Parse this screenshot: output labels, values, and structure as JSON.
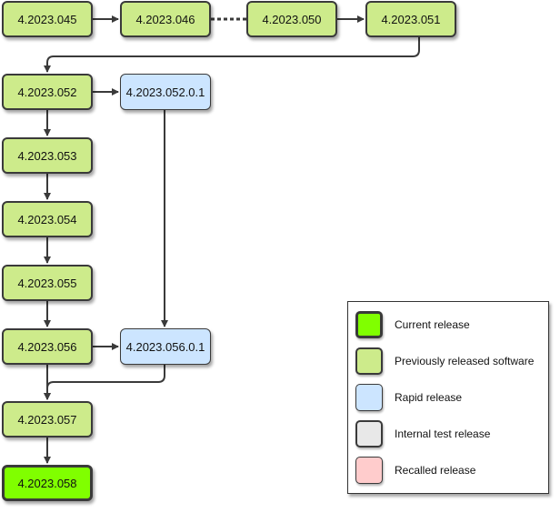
{
  "versions": {
    "v045": "4.2023.045",
    "v046": "4.2023.046",
    "v050": "4.2023.050",
    "v051": "4.2023.051",
    "v052": "4.2023.052",
    "v052_0_1": "4.2023.052.0.1",
    "v053": "4.2023.053",
    "v054": "4.2023.054",
    "v055": "4.2023.055",
    "v056": "4.2023.056",
    "v056_0_1": "4.2023.056.0.1",
    "v057": "4.2023.057",
    "v058": "4.2023.058"
  },
  "legend": [
    {
      "label": "Current release",
      "color": "#80ff00"
    },
    {
      "label": "Previously released software",
      "color": "#cdeb8b"
    },
    {
      "label": "Rapid release",
      "color": "#cce5ff"
    },
    {
      "label": "Internal test release",
      "color": "#e8e8e8"
    },
    {
      "label": "Recalled release",
      "color": "#ffcccc"
    }
  ],
  "colors": {
    "previous": "#cdeb8b",
    "rapid": "#cce5ff",
    "current": "#80ff00",
    "edge": "#3a3a3a"
  }
}
